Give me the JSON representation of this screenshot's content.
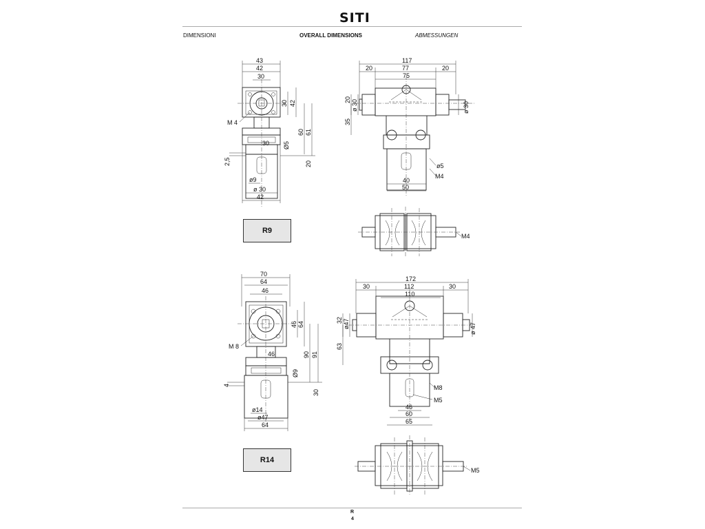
{
  "logo": "SITI",
  "header": {
    "left": "DIMENSIONI",
    "center": "OVERALL DIMENSIONS",
    "right": "ABMESSUNGEN"
  },
  "models": [
    "R9",
    "R14"
  ],
  "footer": {
    "series": "R",
    "page_number": "4"
  },
  "r9": {
    "front": {
      "d43": "43",
      "d42top": "42",
      "d30top": "30",
      "d30v": "30",
      "d42v": "42",
      "d60": "60",
      "d61": "61",
      "d30mid": "30",
      "dphi5": "Ø5",
      "d2_5": "2,5",
      "d20": "20",
      "phi9": "ø9",
      "phi30": "ø 30",
      "d42bot": "42",
      "m4": "M 4"
    },
    "side": {
      "d117": "117",
      "d20a": "20",
      "d77": "77",
      "d20b": "20",
      "d75": "75",
      "v20": "20",
      "vphi30": "ø 30",
      "v35": "35",
      "rphi30": "ø 30",
      "phi5": "ø5",
      "m4": "M4",
      "d40": "40",
      "d50": "50"
    },
    "top": {
      "m4": "M4"
    }
  },
  "r14": {
    "front": {
      "d70": "70",
      "d64top": "64",
      "d46top": "46",
      "d46v": "46",
      "d64v": "64",
      "d90": "90",
      "d91": "91",
      "d46mid": "46",
      "dphi9": "Ø9",
      "d4": "4",
      "d30": "30",
      "phi14": "ø14",
      "phi47": "ø47",
      "d64bot": "64",
      "m8": "M 8"
    },
    "side": {
      "d172": "172",
      "d30a": "30",
      "d112": "112",
      "d30b": "30",
      "d110": "110",
      "v32": "32",
      "vphi47": "ø47",
      "v63": "63",
      "rphi47": "ø 47",
      "m8": "M8",
      "m5": "M5",
      "d46": "46",
      "d60": "60",
      "d65": "65"
    },
    "top": {
      "m5": "M5"
    }
  }
}
